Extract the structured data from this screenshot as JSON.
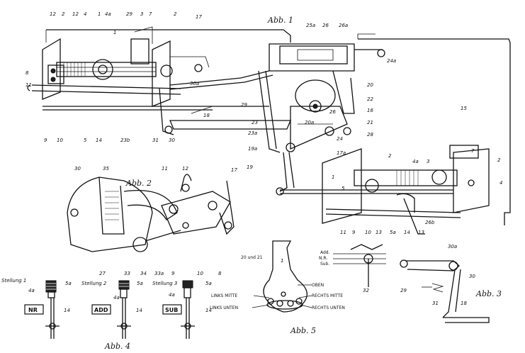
{
  "figures": {
    "abb1": {
      "caption": "Abb. 1",
      "labels": [
        "12",
        "2",
        "12",
        "4",
        "1",
        "4a",
        "29",
        "3",
        "7",
        "2",
        "17",
        "1",
        "25a",
        "26",
        "26a",
        "24a",
        "8",
        "11",
        "30a",
        "9",
        "10",
        "5",
        "14",
        "23b",
        "31",
        "30",
        "18",
        "15",
        "20",
        "22",
        "16",
        "21",
        "28",
        "29",
        "23",
        "23a",
        "19a",
        "17a",
        "24",
        "26",
        "20a",
        "19",
        "2",
        "4a",
        "3",
        "7",
        "2",
        "1",
        "4",
        "5",
        "11",
        "9",
        "10",
        "13",
        "5a",
        "14",
        "13",
        "26b"
      ]
    },
    "abb2": {
      "caption": "Abb. 2",
      "labels": [
        "30",
        "35",
        "11",
        "12",
        "17",
        "27",
        "33",
        "34",
        "33a",
        "9",
        "10",
        "8"
      ]
    },
    "abb3": {
      "caption": "Abb. 3",
      "labels": [
        "30a",
        "30",
        "29",
        "31",
        "18"
      ],
      "detail_labels": [
        "Add.",
        "N.R.",
        "Sub.",
        "32"
      ]
    },
    "abb4": {
      "caption": "Abb. 4",
      "positions": [
        {
          "heading": "Stellung 1",
          "box": "NR",
          "labels": [
            "4a",
            "5a",
            "14"
          ]
        },
        {
          "heading": "Stellung 2",
          "box": "ADD",
          "labels": [
            "4a",
            "5a",
            "14"
          ]
        },
        {
          "heading": "Stellung 3",
          "box": "SUB",
          "labels": [
            "4a",
            "5a",
            "14"
          ]
        }
      ]
    },
    "abb5": {
      "caption": "Abb. 5",
      "top_label": "20 und 21",
      "positions": [
        "OBEN",
        "LINKS MITTE",
        "RECHTS MITTE",
        "LINKS UNTEN",
        "RECHTS UNTEN"
      ],
      "marker": "1"
    }
  },
  "colors": {
    "ink": "#111111",
    "paper": "#ffffff"
  }
}
